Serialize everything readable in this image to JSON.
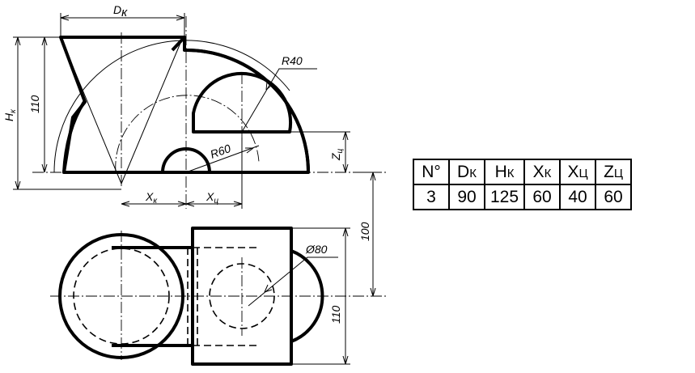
{
  "dimensions": {
    "d_k_label": "D",
    "d_k_sub": "к",
    "h_k_label": "H",
    "h_k_sub": "к",
    "height_110_top": "110",
    "r40": "R40",
    "r60": "R60",
    "z_c_label": "Z",
    "z_c_sub": "ц",
    "x_k_label": "X",
    "x_k_sub": "к",
    "x_c_label": "X",
    "x_c_sub": "ц",
    "d80": "Ø80",
    "dim_100": "100",
    "dim_110_bottom": "110"
  },
  "table": {
    "headers": [
      {
        "main": "N°",
        "sub": ""
      },
      {
        "main": "D",
        "sub": "К"
      },
      {
        "main": "H",
        "sub": "К"
      },
      {
        "main": "X",
        "sub": "К"
      },
      {
        "main": "X",
        "sub": "Ц"
      },
      {
        "main": "Z",
        "sub": "Ц"
      }
    ],
    "values": [
      "3",
      "90",
      "125",
      "60",
      "40",
      "60"
    ]
  }
}
